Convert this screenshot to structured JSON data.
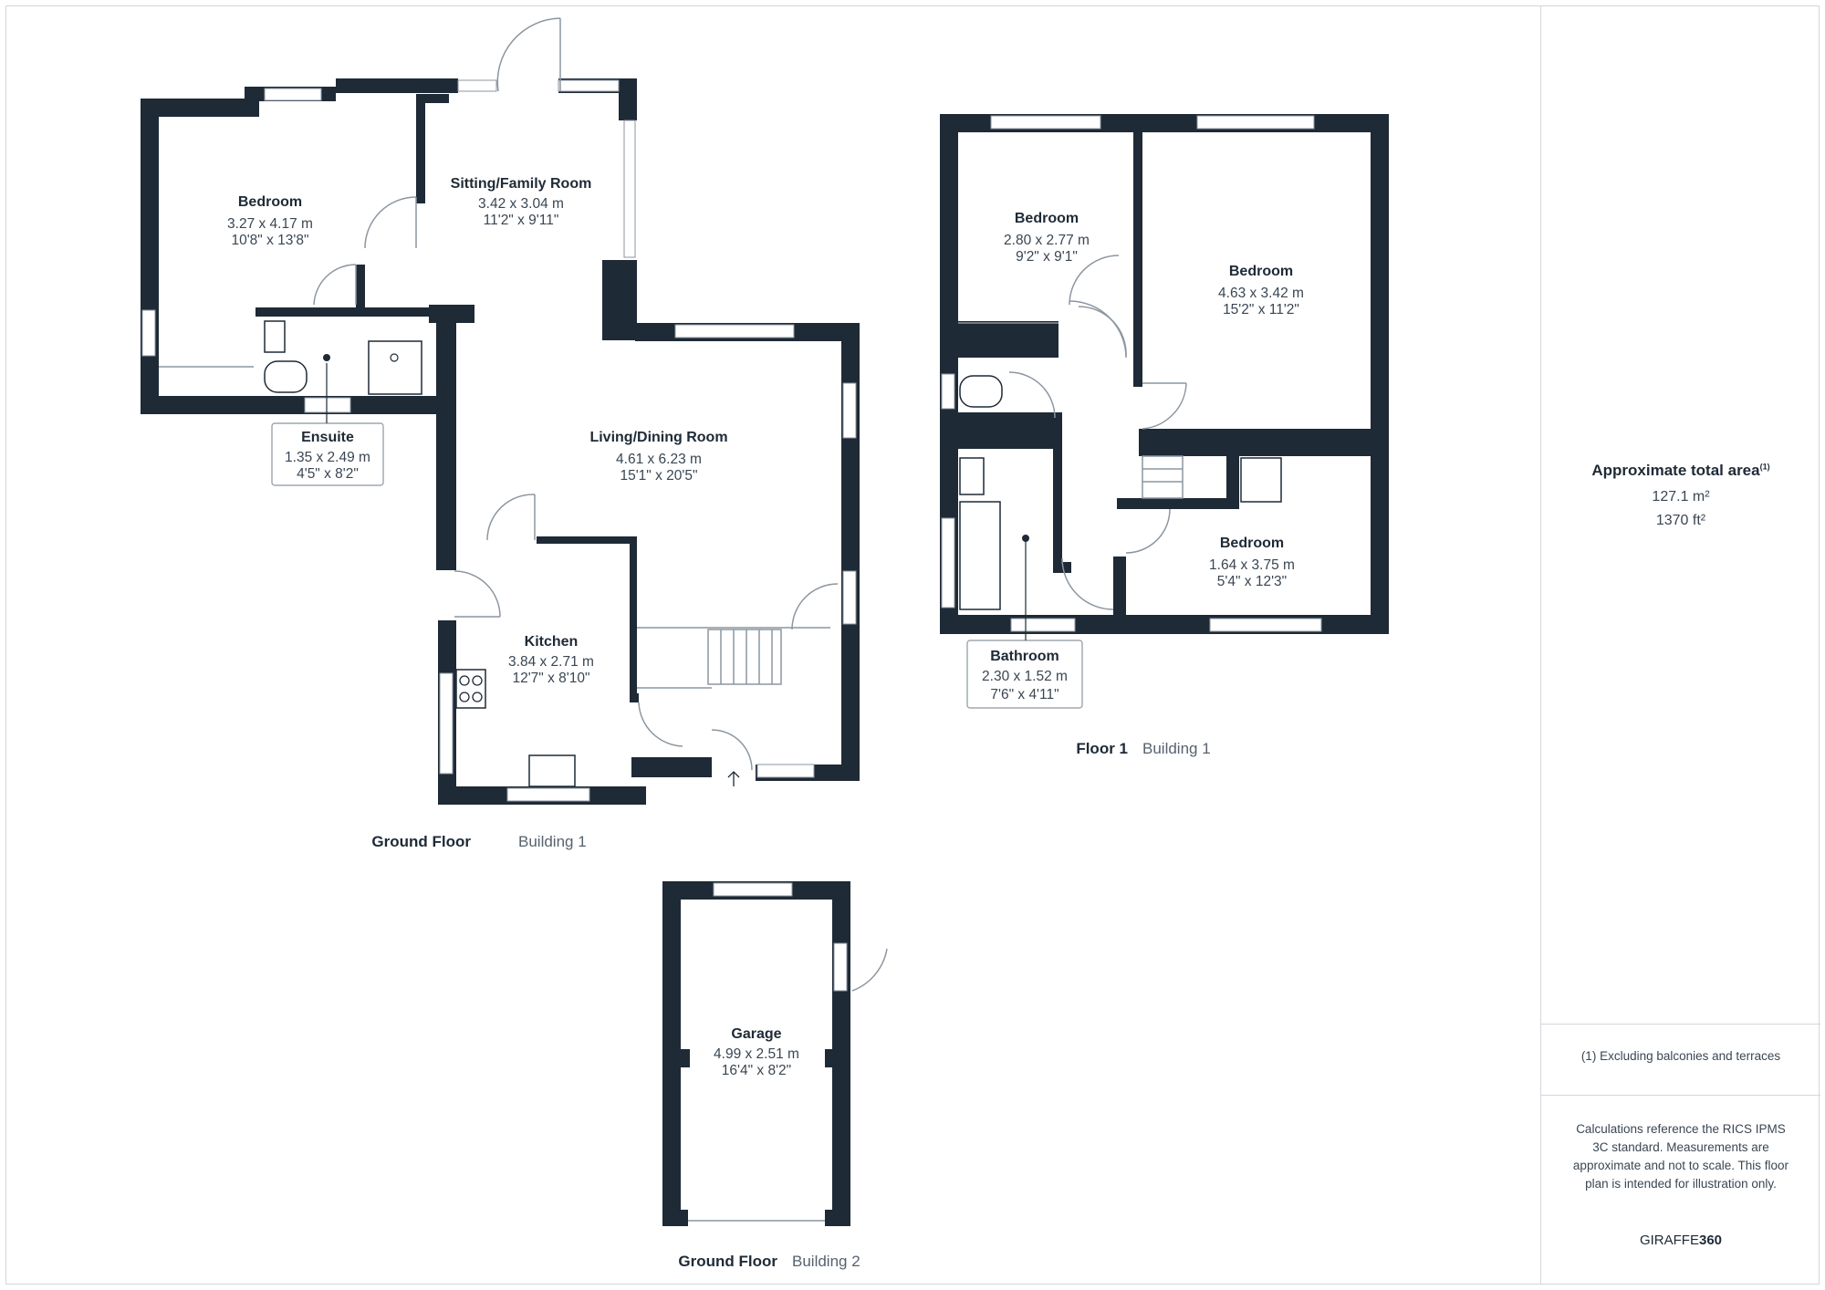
{
  "rooms": {
    "gf_bedroom": {
      "name": "Bedroom",
      "metric": "3.27 x 4.17 m",
      "imperial": "10'8\" x 13'8\""
    },
    "sitting": {
      "name": "Sitting/Family Room",
      "metric": "3.42 x 3.04 m",
      "imperial": "11'2\" x 9'11\""
    },
    "ensuite": {
      "name": "Ensuite",
      "metric": "1.35 x 2.49 m",
      "imperial": "4'5\" x 8'2\""
    },
    "living": {
      "name": "Living/Dining Room",
      "metric": "4.61 x 6.23 m",
      "imperial": "15'1\" x 20'5\""
    },
    "kitchen": {
      "name": "Kitchen",
      "metric": "3.84 x 2.71 m",
      "imperial": "12'7\" x 8'10\""
    },
    "f1_bedroom_a": {
      "name": "Bedroom",
      "metric": "2.80 x 2.77 m",
      "imperial": "9'2\" x 9'1\""
    },
    "f1_bedroom_b": {
      "name": "Bedroom",
      "metric": "4.63 x 3.42 m",
      "imperial": "15'2\" x 11'2\""
    },
    "f1_bedroom_c": {
      "name": "Bedroom",
      "metric": "1.64 x 3.75 m",
      "imperial": "5'4\" x 12'3\""
    },
    "bathroom": {
      "name": "Bathroom",
      "metric": "2.30 x 1.52 m",
      "imperial": "7'6\" x 4'11\""
    },
    "garage": {
      "name": "Garage",
      "metric": "4.99 x 2.51 m",
      "imperial": "16'4\" x 8'2\""
    }
  },
  "floors": {
    "gf_b1": {
      "level": "Ground Floor",
      "building": "Building 1"
    },
    "f1_b1": {
      "level": "Floor 1",
      "building": "Building 1"
    },
    "gf_b2": {
      "level": "Ground Floor",
      "building": "Building 2"
    }
  },
  "summary": {
    "title": "Approximate total area",
    "title_note": "(1)",
    "area_m2": "127.1 m²",
    "area_ft2": "1370 ft²",
    "footnote": "(1) Excluding balconies and terraces",
    "disclaimer": "Calculations reference the RICS IPMS 3C standard. Measurements are approximate and not to scale. This floor plan is intended for illustration only.",
    "brand_light": "GIRAFFE",
    "brand_bold": "360"
  }
}
